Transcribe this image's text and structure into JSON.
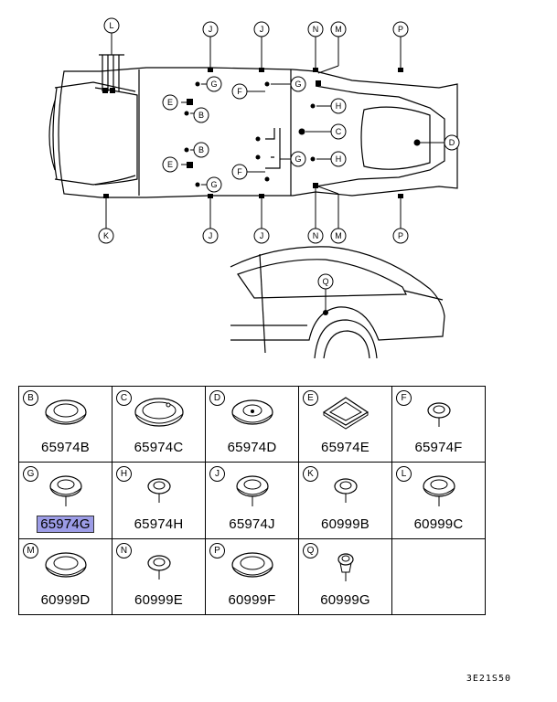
{
  "callouts": {
    "L": "L",
    "J": "J",
    "N": "N",
    "M": "M",
    "P": "P",
    "G": "G",
    "E": "E",
    "B": "B",
    "F": "F",
    "H": "H",
    "C": "C",
    "D": "D",
    "K": "K",
    "Q": "Q"
  },
  "parts": [
    {
      "letter": "B",
      "part_no": "65974B",
      "shape": "grommet-wide",
      "highlighted": false
    },
    {
      "letter": "C",
      "part_no": "65974C",
      "shape": "plug-large",
      "highlighted": false
    },
    {
      "letter": "D",
      "part_no": "65974D",
      "shape": "grommet-domed",
      "highlighted": false
    },
    {
      "letter": "E",
      "part_no": "65974E",
      "shape": "plug-square",
      "highlighted": false
    },
    {
      "letter": "F",
      "part_no": "65974F",
      "shape": "grommet-small",
      "highlighted": false
    },
    {
      "letter": "G",
      "part_no": "65974G",
      "shape": "grommet-medium",
      "highlighted": true
    },
    {
      "letter": "H",
      "part_no": "65974H",
      "shape": "grommet-small",
      "highlighted": false
    },
    {
      "letter": "J",
      "part_no": "65974J",
      "shape": "grommet-medium",
      "highlighted": false
    },
    {
      "letter": "K",
      "part_no": "60999B",
      "shape": "grommet-small",
      "highlighted": false
    },
    {
      "letter": "L",
      "part_no": "60999C",
      "shape": "grommet-medium",
      "highlighted": false
    },
    {
      "letter": "M",
      "part_no": "60999D",
      "shape": "grommet-wide",
      "highlighted": false
    },
    {
      "letter": "N",
      "part_no": "60999E",
      "shape": "grommet-small",
      "highlighted": false
    },
    {
      "letter": "P",
      "part_no": "60999F",
      "shape": "grommet-wide",
      "highlighted": false
    },
    {
      "letter": "Q",
      "part_no": "60999G",
      "shape": "plug-stem",
      "highlighted": false
    }
  ],
  "doc_code": "3E21S50"
}
